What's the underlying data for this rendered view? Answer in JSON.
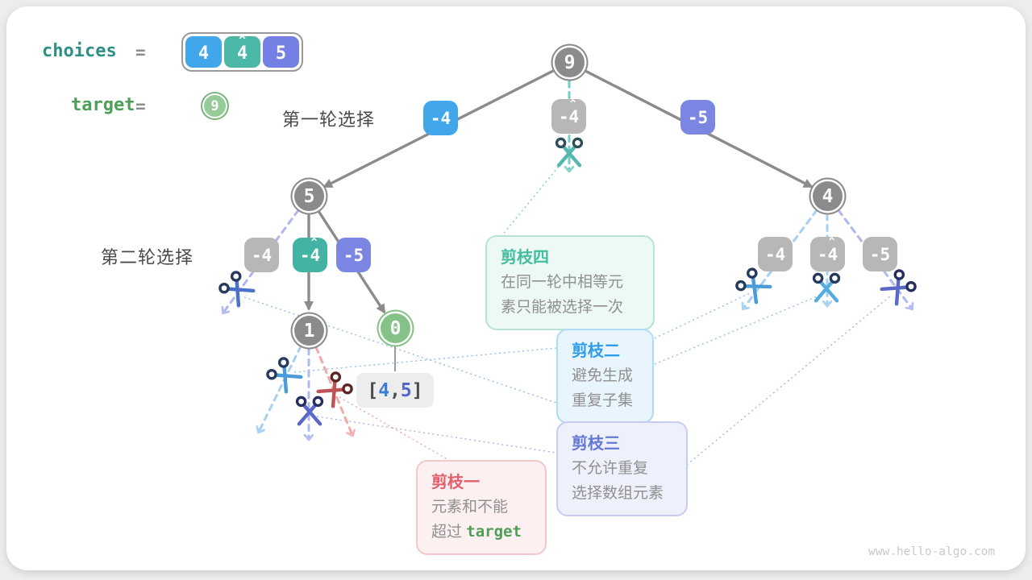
{
  "colors": {
    "box_blue": "#42a6ea",
    "box_teal": "#43b3a4",
    "box_indigo": "#7b86e2",
    "box_gray": "#b7b7b7",
    "node_gray": "#8b8b8b",
    "node_green": "#85c288",
    "edge_gray": "#8b8b8b",
    "prune1_accent": "#e2606c",
    "prune2_accent": "#2f9ceb",
    "prune3_accent": "#6577d6",
    "prune4_accent": "#45bda1",
    "choices_text": "#2f8f85",
    "target_text": "#4d9e57"
  },
  "legend": {
    "choices_label": "choices",
    "equals": "=",
    "hat_glyph": "^",
    "choices": [
      {
        "value": "4"
      },
      {
        "value": "4",
        "hat": true
      },
      {
        "value": "5"
      }
    ],
    "target_label": "target",
    "target_value": "9"
  },
  "round_labels": {
    "first": "第一轮选择",
    "second": "第二轮选择"
  },
  "tree": {
    "root_value": "9",
    "left_child_value": "5",
    "right_child_value": "4",
    "left_grandchild_value": "1",
    "right_grandchild_value": "0",
    "level1_edges": [
      {
        "label": "-4"
      },
      {
        "label": "-4",
        "hat": true
      },
      {
        "label": "-5"
      }
    ],
    "level2_left_edges": [
      {
        "label": "-4"
      },
      {
        "label": "-4",
        "hat": true
      },
      {
        "label": "-5"
      }
    ],
    "level2_right_edges": [
      {
        "label": "-4"
      },
      {
        "label": "-4",
        "hat": true
      },
      {
        "label": "-5"
      }
    ]
  },
  "result_box": {
    "bracket_open": "[",
    "first_value": "4",
    "comma": ",",
    "second_value": "5",
    "bracket_close": "]"
  },
  "annotations": {
    "prune4": {
      "title": "剪枝四",
      "line1": "在同一轮中相等元",
      "line2": "素只能被选择一次"
    },
    "prune2": {
      "title": "剪枝二",
      "line1": "避免生成",
      "line2": "重复子集"
    },
    "prune3": {
      "title": "剪枝三",
      "line1": "不允许重复",
      "line2": "选择数组元素"
    },
    "prune1": {
      "title": "剪枝一",
      "line1": "元素和不能",
      "line2_prefix": "超过 ",
      "line2_code": "target"
    }
  },
  "watermark": "www.hello-algo.com"
}
